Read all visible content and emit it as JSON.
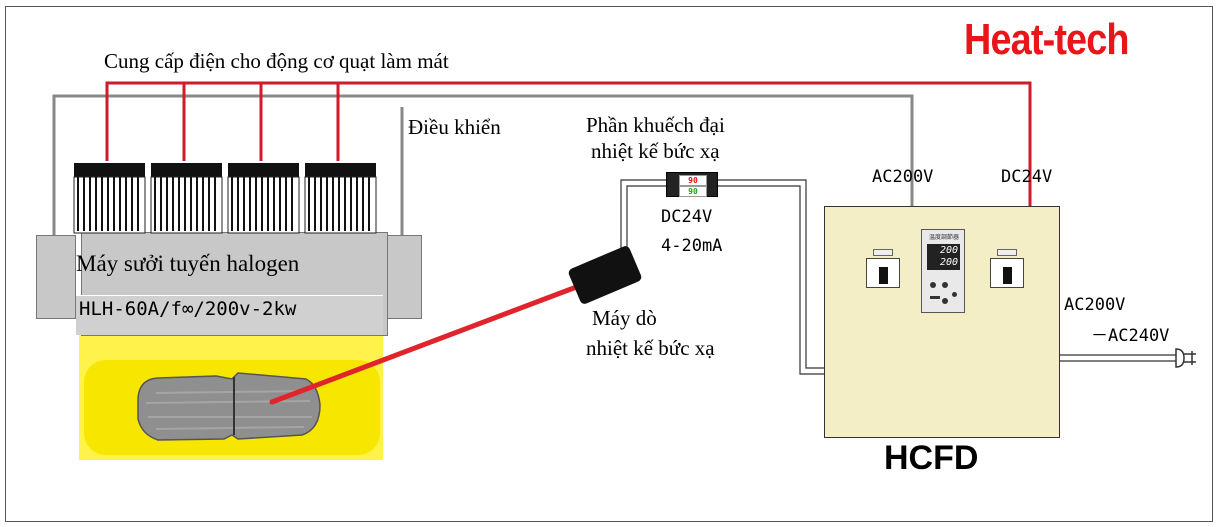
{
  "brand": "Heat-tech",
  "labels": {
    "fan_power": "Cung cấp điện cho động cơ quạt làm mát",
    "control": "Điều khiển",
    "amp_line1": "Phần khuếch đại",
    "amp_line2": "nhiệt kế bức xạ",
    "heater_name": "Máy sưởi tuyến halogen",
    "heater_model": "HLH-60A/f∞/200v-2kw",
    "sensor_line1": "Máy dò",
    "sensor_line2": "nhiệt kế bức xạ",
    "dc24v_signal": "DC24V",
    "signal_range": "4-20mA",
    "ac200v": "AC200V",
    "dc24v": "DC24V",
    "supply_line1": "AC200V",
    "supply_line2": "－AC240V",
    "controller_name": "HCFD",
    "amp_display_top": "90",
    "amp_display_bottom": "90",
    "panel_title": "温度調節器",
    "panel_pv": "200",
    "panel_sv": "200"
  },
  "colors": {
    "brand": "#e8161b",
    "power_wire": "#d11a2a",
    "control_wire": "#888888",
    "laser": "#e0242c",
    "heater_body": "#c8c8c8",
    "work_area": "#fff24a",
    "controller_body": "#f4eec6"
  }
}
